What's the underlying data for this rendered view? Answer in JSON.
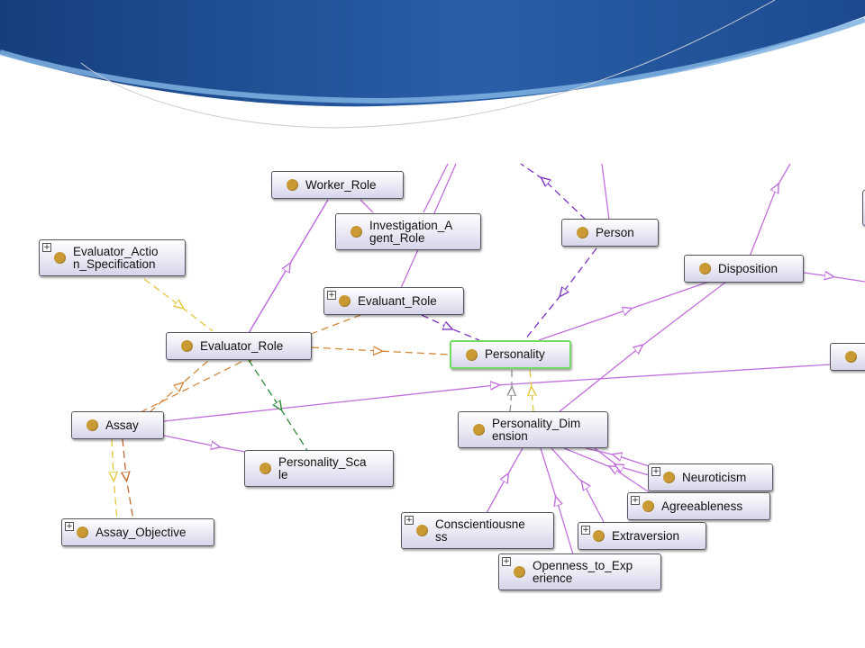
{
  "nodes": [
    {
      "id": "worker_role",
      "label": "Worker_Role",
      "expand": false,
      "selected": false
    },
    {
      "id": "investigation_agent_role",
      "label": "Investigation_A\ngent_Role",
      "expand": false,
      "selected": false
    },
    {
      "id": "person",
      "label": "Person",
      "expand": false,
      "selected": false
    },
    {
      "id": "disposition",
      "label": "Disposition",
      "expand": false,
      "selected": false
    },
    {
      "id": "evaluator_action_specification",
      "label": "Evaluator_Actio\nn_Specification",
      "expand": true,
      "selected": false
    },
    {
      "id": "evaluant_role",
      "label": "Evaluant_Role",
      "expand": true,
      "selected": false
    },
    {
      "id": "evaluator_role",
      "label": "Evaluator_Role",
      "expand": false,
      "selected": false
    },
    {
      "id": "personality",
      "label": "Personality",
      "expand": false,
      "selected": true
    },
    {
      "id": "assay",
      "label": "Assay",
      "expand": false,
      "selected": false
    },
    {
      "id": "personality_dimension",
      "label": "Personality_Dim\nension",
      "expand": false,
      "selected": false
    },
    {
      "id": "personality_scale",
      "label": "Personality_Sca\nle",
      "expand": false,
      "selected": false
    },
    {
      "id": "neuroticism",
      "label": "Neuroticism",
      "expand": true,
      "selected": false
    },
    {
      "id": "agreeableness",
      "label": "Agreeableness",
      "expand": true,
      "selected": false
    },
    {
      "id": "conscientiousness",
      "label": "Conscientiousne\nss",
      "expand": true,
      "selected": false
    },
    {
      "id": "extraversion",
      "label": "Extraversion",
      "expand": true,
      "selected": false
    },
    {
      "id": "assay_objective",
      "label": "Assay_Objective",
      "expand": true,
      "selected": false
    },
    {
      "id": "openness_to_experience",
      "label": "Openness_to_Exp\nerience",
      "expand": true,
      "selected": false
    },
    {
      "id": "partial_right_node",
      "label": "",
      "expand": false,
      "selected": false
    }
  ],
  "colors": {
    "subclass_edge": "#c16fdc",
    "object_property_edges": [
      "#7e34c4",
      "#d3883c",
      "#e2c83c",
      "#2d8a3a",
      "#c1692e"
    ],
    "selected_border": "#6fdc62",
    "banner": "#1d4a8e"
  }
}
